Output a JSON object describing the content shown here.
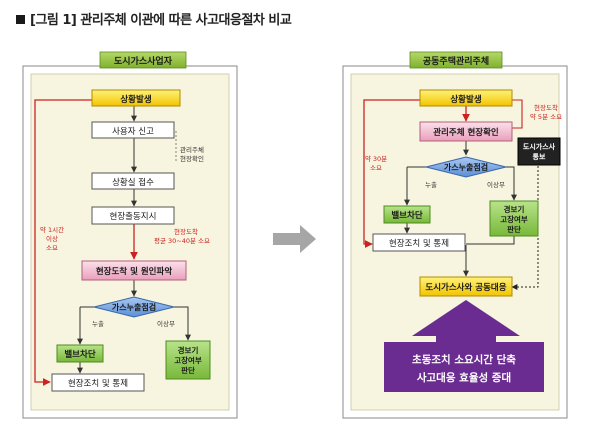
{
  "title": "[그림 1] 관리주체 이관에 따른 사고대응절차 비교",
  "left": {
    "header": "도시가스사업자",
    "steps": {
      "occur": "상황발생",
      "report": "사용자 신고",
      "receive": "상황실 접수",
      "dispatch": "현장출동지시",
      "arrive": "현장도착 및 원인파악",
      "sensor": "가스누출점검",
      "valve": "밸브차단",
      "alarm": [
        "경보기",
        "고장여부",
        "판단"
      ],
      "action": "현장조치 및 통제"
    },
    "notes": {
      "manager_check": [
        "관리주체",
        "현장확인"
      ],
      "arrival_time": [
        "현장도착",
        "평균 30~40분 소요"
      ],
      "total_time": [
        "약 1시간",
        "이상",
        "소요"
      ],
      "leak": "누출",
      "normal": "이상무"
    }
  },
  "right": {
    "header": "공동주택관리주체",
    "steps": {
      "occur": "상황발생",
      "check": "관리주체 현장확인",
      "sensor": "가스누출점검",
      "valve": "밸브차단",
      "alarm": [
        "경보기",
        "고장여부",
        "판단"
      ],
      "action": "현장조치 및 통제",
      "joint": "도시가스사와 공동대응",
      "notify": [
        "도시가스사",
        "통보"
      ]
    },
    "notes": {
      "arrival": [
        "현장도착",
        "약 5분 소요"
      ],
      "total": [
        "약 30분",
        "소요"
      ],
      "leak": "누출",
      "normal": "이상무"
    },
    "effect": [
      "초동조치 소요시간 단축",
      "사고대응 효율성 증대"
    ]
  },
  "colors": {
    "header_green": "#8dbd3a",
    "panel_bg": "#f7f5df",
    "start_yellow": "#f6d200",
    "pink": "#f0b4c8",
    "green": "#8cc84a",
    "blue_diamond": "#6fa0de",
    "red_line": "#cc2222",
    "purple": "#6a2c90"
  }
}
